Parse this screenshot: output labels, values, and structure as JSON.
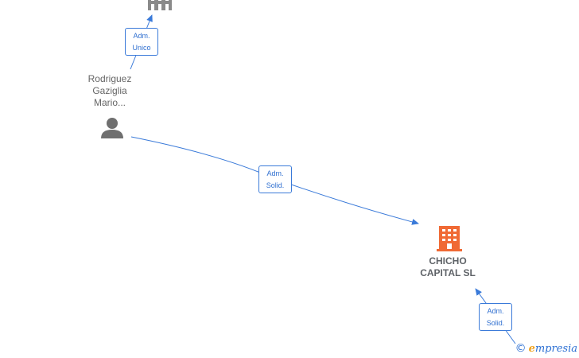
{
  "colors": {
    "edge": "#3a7ad9",
    "person_icon": "#6f6f6f",
    "company_icon_grey": "#8a8a8a",
    "company_icon_highlight": "#f06a35"
  },
  "nodes": {
    "person": {
      "label": "Rodriguez\nGaziglia\nMario...",
      "icon": "person-icon"
    },
    "company_top": {
      "label": "",
      "icon": "building-icon"
    },
    "company_main": {
      "label": "CHICHO\nCAPITAL  SL",
      "icon": "building-icon"
    }
  },
  "edges": {
    "person_to_top": {
      "label": "Adm.\nUnico"
    },
    "person_to_main": {
      "label": "Adm.\nSolid."
    },
    "bottom_to_main": {
      "label": "Adm.\nSolid."
    }
  },
  "watermark": {
    "copyright": "©",
    "brand_initial": "e",
    "brand_rest": "mpresia"
  }
}
